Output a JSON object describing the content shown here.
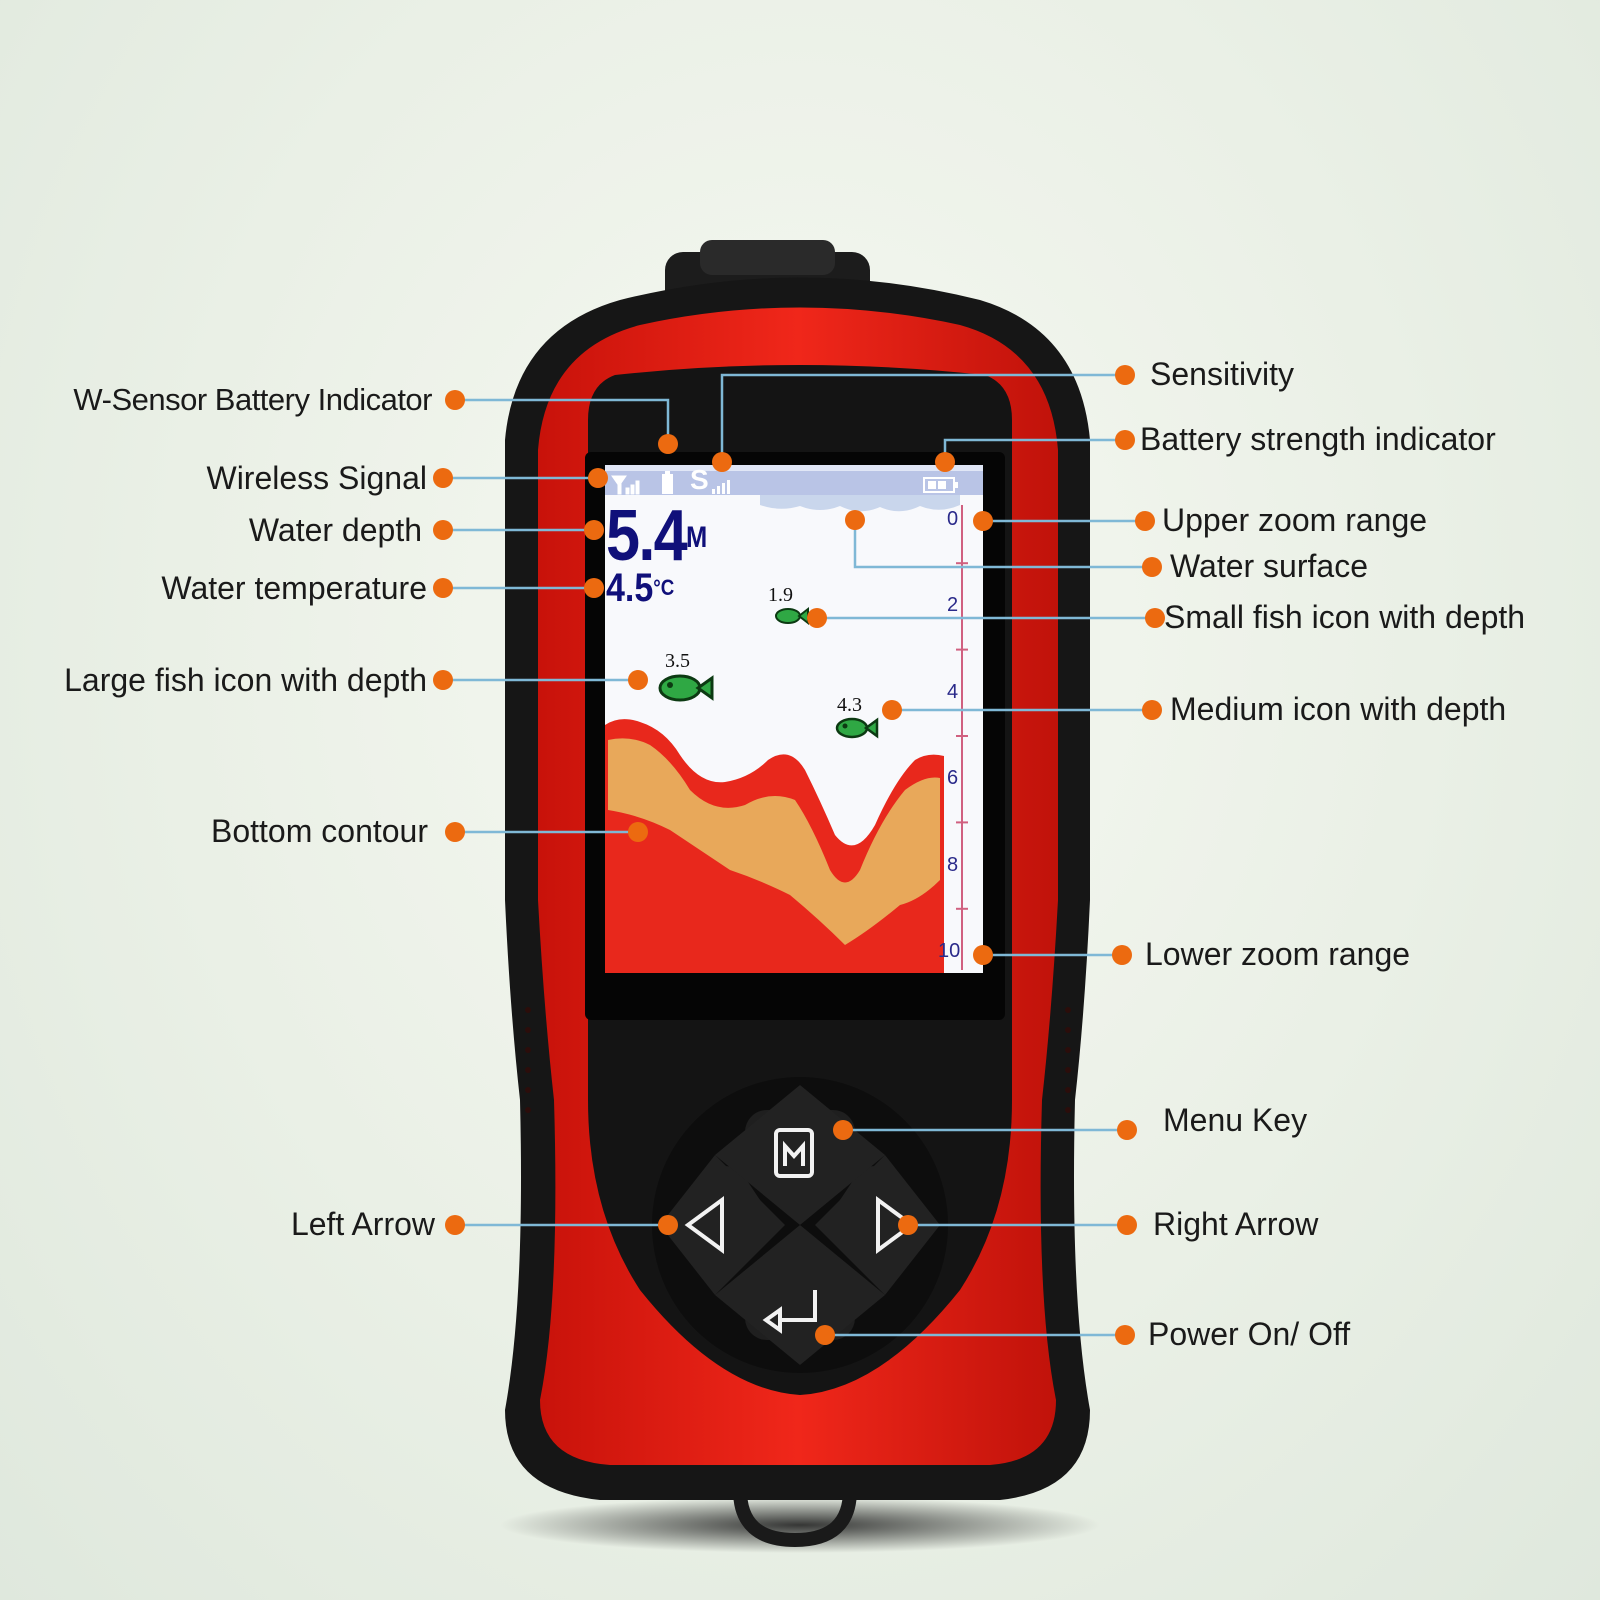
{
  "device": {
    "screen": {
      "depth_value": "5.4",
      "depth_unit": "M",
      "temperature_value": "4.5",
      "temperature_unit": "°C",
      "fish": [
        {
          "size": "small",
          "depth": "1.9"
        },
        {
          "size": "large",
          "depth": "3.5"
        },
        {
          "size": "medium",
          "depth": "4.3"
        }
      ],
      "scale_labels": [
        "0",
        "2",
        "4",
        "6",
        "8",
        "10"
      ],
      "sensitivity_symbol": "S"
    },
    "colors": {
      "body_red": "#e0190f",
      "body_black": "#161616",
      "bottom_red": "#e8281c",
      "bottom_sand": "#e8a85a",
      "fish_green": "#2fa844",
      "accent_orange": "#ec6a10",
      "connector_blue": "#7fb8d6"
    }
  },
  "callouts": {
    "left": {
      "w_sensor_battery": "W-Sensor Battery Indicator",
      "wireless_signal": "Wireless Signal",
      "water_depth": "Water depth",
      "water_temperature": "Water temperature",
      "large_fish": "Large fish icon with depth",
      "bottom_contour": "Bottom contour",
      "left_arrow": "Left Arrow"
    },
    "right": {
      "sensitivity": "Sensitivity",
      "battery_strength": "Battery strength indicator",
      "upper_zoom": "Upper zoom range",
      "water_surface": "Water surface",
      "small_fish": "Small fish icon with depth",
      "medium_fish": "Medium icon with depth",
      "lower_zoom": "Lower zoom range",
      "menu_key": "Menu Key",
      "right_arrow": "Right Arrow",
      "power": "Power On/ Off"
    }
  }
}
